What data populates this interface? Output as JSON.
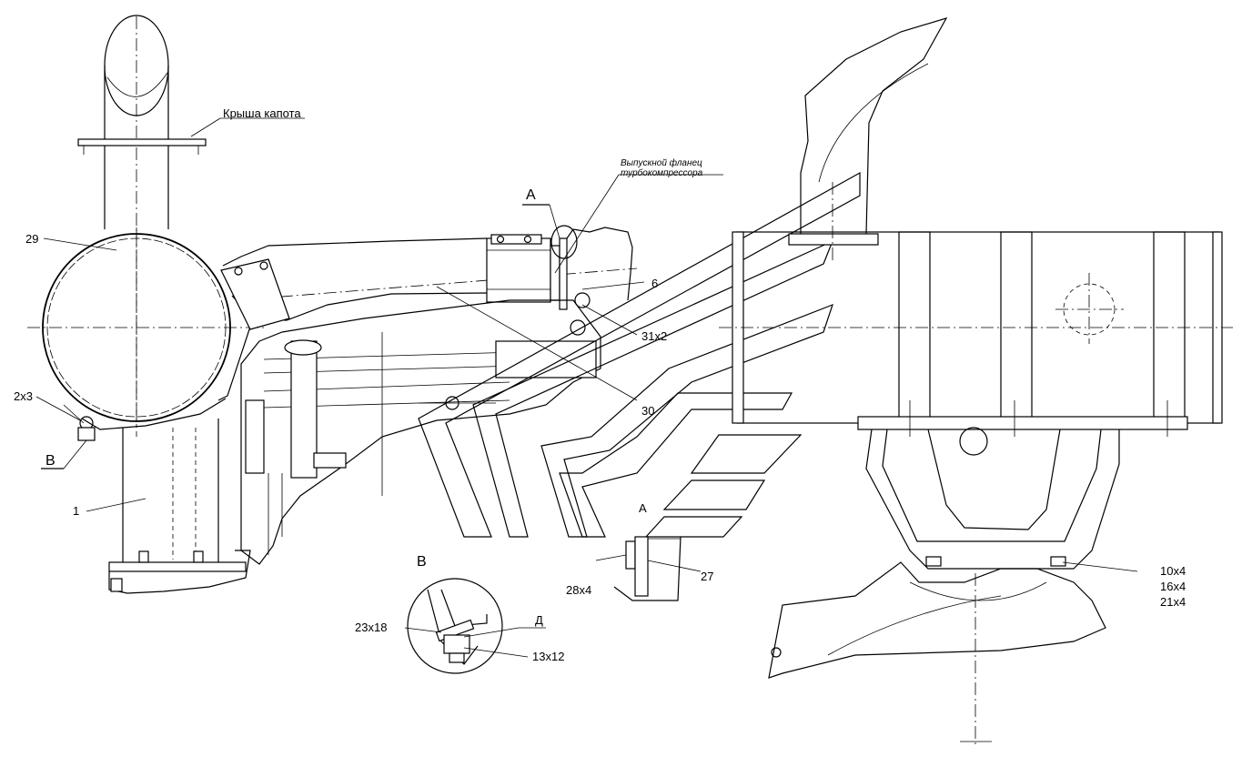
{
  "labels": {
    "roof": "Крыша капота",
    "flange_line1": "Выпускной фланец",
    "flange_line2": "турбокомпрессора",
    "view_a_top": "А",
    "view_a_detail": "А",
    "view_b_marker": "В",
    "view_b_detail": "В",
    "detail_d": "Д"
  },
  "callouts": {
    "c29": "29",
    "c2x3": "2х3",
    "c1": "1",
    "c6": "6",
    "c31x2": "31х2",
    "c30": "30",
    "c28x4": "28х4",
    "c27": "27",
    "c23x18": "23х18",
    "c13x12": "13х12",
    "c10x4": "10х4",
    "c16x4": "16х4",
    "c21x4": "21х4"
  }
}
